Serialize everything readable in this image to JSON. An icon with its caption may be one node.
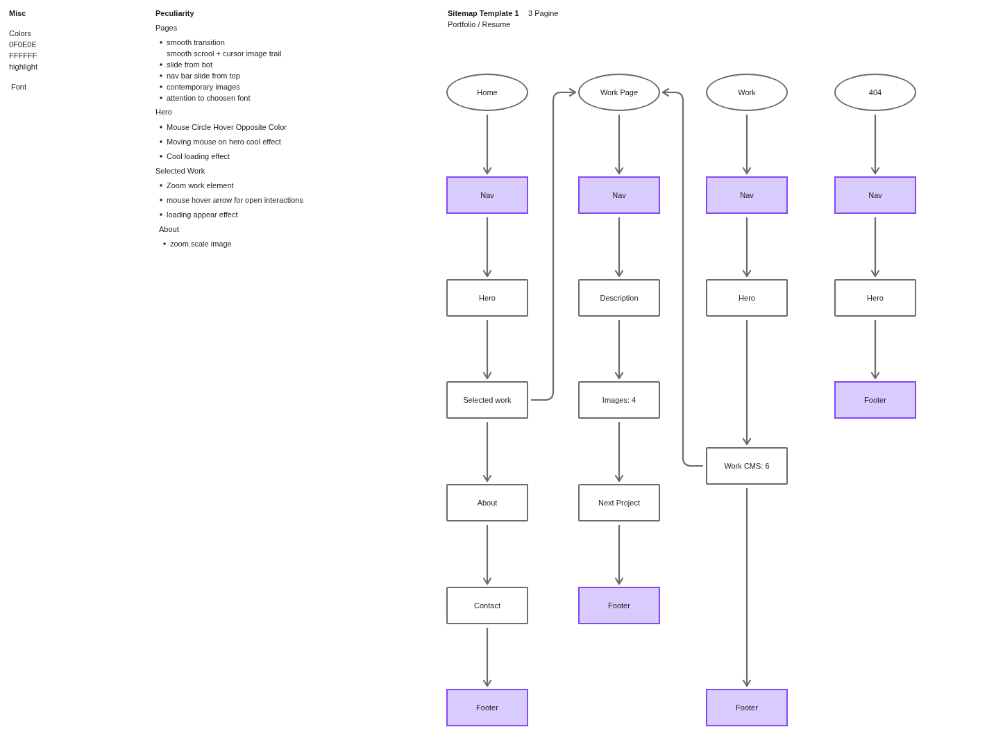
{
  "diagram": {
    "title": "Sitemap Template 1",
    "nodes": [
      {
        "text": [
          "Home"
        ]
      },
      {
        "text": [
          "Nav"
        ]
      },
      {
        "text": [
          "Hero"
        ]
      },
      {
        "text": [
          "Selected work"
        ]
      },
      {
        "text": [
          "About"
        ]
      },
      {
        "text": [
          "Contact"
        ]
      },
      {
        "text": [
          "Footer"
        ]
      },
      {
        "text": [
          "Work Page"
        ]
      },
      {
        "text": [
          "Nav"
        ]
      },
      {
        "text": [
          "Description"
        ]
      },
      {
        "text": [
          "Images: 4"
        ]
      },
      {
        "text": [
          "Next Project"
        ]
      },
      {
        "text": [
          "Footer"
        ]
      },
      {
        "text": [
          "Work"
        ]
      },
      {
        "text": [
          "Nav"
        ]
      },
      {
        "text": [
          "Hero"
        ]
      },
      {
        "text": [
          "Work CMS: 6"
        ]
      },
      {
        "text": [
          "Footer"
        ]
      },
      {
        "text": [
          "404"
        ]
      },
      {
        "text": [
          "Nav"
        ]
      },
      {
        "text": [
          "Hero"
        ]
      },
      {
        "text": [
          "Footer"
        ]
      }
    ],
    "edges": [
      {
        "from": 0,
        "to": 1,
        "arrow": "to"
      },
      {
        "from": 1,
        "to": 2,
        "arrow": "to"
      },
      {
        "from": 2,
        "to": 3,
        "arrow": "to"
      },
      {
        "from": 3,
        "to": 4,
        "arrow": "to"
      },
      {
        "from": 4,
        "to": 5,
        "arrow": "to"
      },
      {
        "from": 5,
        "to": 6,
        "arrow": "to"
      },
      {
        "from": 3,
        "to": 7,
        "arrow": "to"
      },
      {
        "from": 7,
        "to": 8,
        "arrow": "to"
      },
      {
        "from": 8,
        "to": 9,
        "arrow": "to"
      },
      {
        "from": 9,
        "to": 10,
        "arrow": "to"
      },
      {
        "from": 10,
        "to": 11,
        "arrow": "to"
      },
      {
        "from": 11,
        "to": 12,
        "arrow": "to"
      },
      {
        "from": 13,
        "to": 14,
        "arrow": "to"
      },
      {
        "from": 14,
        "to": 15,
        "arrow": "to"
      },
      {
        "from": 15,
        "to": 16,
        "arrow": "to"
      },
      {
        "from": 16,
        "to": 17,
        "arrow": "to"
      },
      {
        "from": 16,
        "to": 7,
        "arrow": "to"
      },
      {
        "from": 18,
        "to": 19,
        "arrow": "to"
      },
      {
        "from": 19,
        "to": 20,
        "arrow": "to"
      },
      {
        "from": 20,
        "to": 21,
        "arrow": "to"
      }
    ],
    "labels": [
      "Misc",
      "Colors",
      "0F0E0E",
      "FFFFFF",
      "highlight",
      "Font",
      "Peculiarity",
      "Pages",
      "smooth transition",
      "smooth scrool + cursor image trail",
      "slide from bot",
      "nav bar slide from top",
      "contemporary images",
      "attention to choosen font",
      "Hero",
      "Mouse Circle Hover Opposite Color",
      "Moving mouse on hero cool effect",
      "Cool loading effect",
      "Selected Work",
      "Zoom work element",
      "mouse hover arrow for open interactions",
      "loading appear effect",
      "About",
      "zoom scale image",
      "3 Pagine",
      "Portfolio / Resume"
    ]
  }
}
